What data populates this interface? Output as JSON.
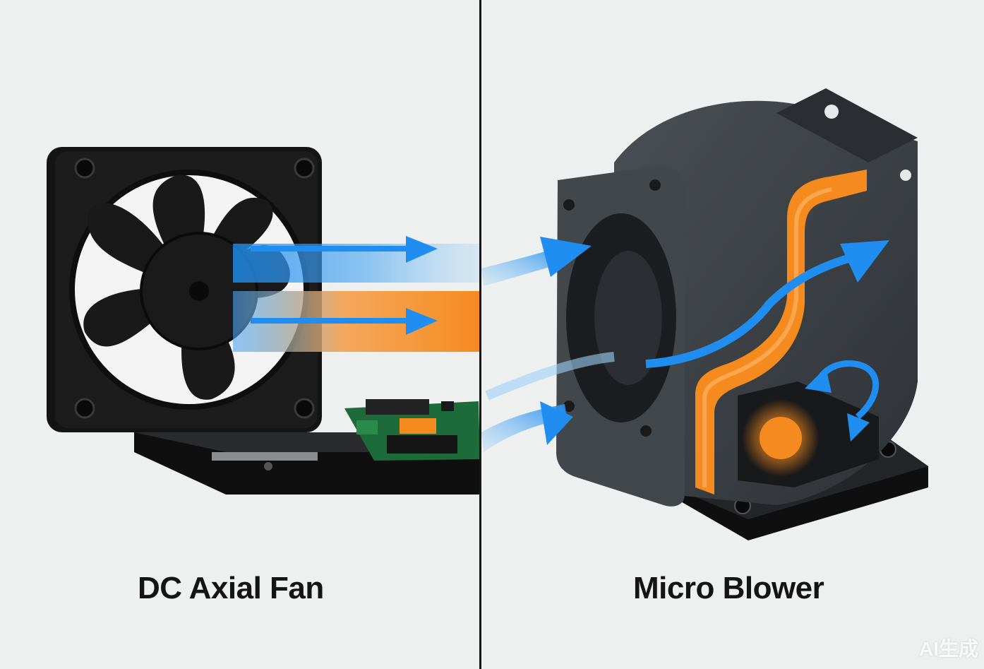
{
  "labels": {
    "left_title": "DC Axial Fan",
    "right_title": "Micro Blower"
  },
  "watermark": "AI生成",
  "colors": {
    "background": "#eef0ef",
    "airflow_blue": "#1f8ef0",
    "heat_orange": "#f58a1f",
    "housing_dark": "#1c1c1c",
    "blower_gray": "#3c4044",
    "pcb_green": "#1d6b3a"
  },
  "icons": {
    "left": "axial-fan-icon",
    "right": "centrifugal-blower-icon"
  }
}
